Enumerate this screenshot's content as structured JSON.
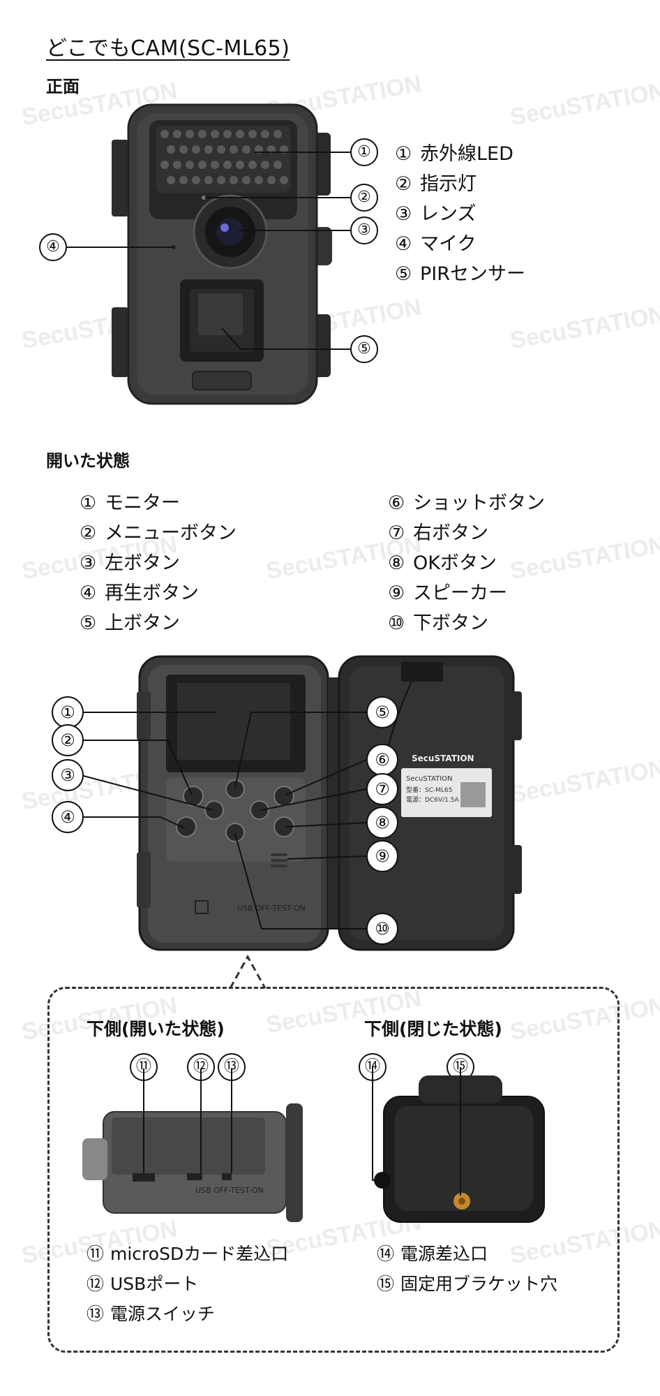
{
  "title": "どこでもCAM(SC-ML65)",
  "front": {
    "label": "正面",
    "legend": [
      {
        "num": "①",
        "text": "赤外線LED"
      },
      {
        "num": "②",
        "text": "指示灯"
      },
      {
        "num": "③",
        "text": "レンズ"
      },
      {
        "num": "④",
        "text": "マイク"
      },
      {
        "num": "⑤",
        "text": "PIRセンサー"
      }
    ],
    "callouts": [
      "①",
      "②",
      "③",
      "④",
      "⑤"
    ]
  },
  "open": {
    "label": "開いた状態",
    "legend_left": [
      {
        "num": "①",
        "text": "モニター"
      },
      {
        "num": "②",
        "text": "メニューボタン"
      },
      {
        "num": "③",
        "text": "左ボタン"
      },
      {
        "num": "④",
        "text": "再生ボタン"
      },
      {
        "num": "⑤",
        "text": "上ボタン"
      }
    ],
    "legend_right": [
      {
        "num": "⑥",
        "text": "ショットボタン"
      },
      {
        "num": "⑦",
        "text": "右ボタン"
      },
      {
        "num": "⑧",
        "text": "OKボタン"
      },
      {
        "num": "⑨",
        "text": "スピーカー"
      },
      {
        "num": "⑩",
        "text": "下ボタン"
      }
    ],
    "callouts": [
      "①",
      "②",
      "③",
      "④",
      "⑤",
      "⑥",
      "⑦",
      "⑧",
      "⑨",
      "⑩"
    ],
    "device_brand": "SecuSTATION",
    "device_brand2": "SecuSTATION",
    "device_label_model": "型番：SC-ML65",
    "device_label_power": "電源：DC6V/1.5A",
    "device_port_labels": "USB  OFF-TEST-ON"
  },
  "bottom": {
    "heading_open": "下側(開いた状態)",
    "heading_closed": "下側(閉じた状態)",
    "callouts_open": [
      "⑪",
      "⑫",
      "⑬"
    ],
    "callouts_closed": [
      "⑭",
      "⑮"
    ],
    "port_labels": "USB  OFF-TEST-ON",
    "legend_left": [
      {
        "num": "⑪",
        "text": "microSDカード差込口"
      },
      {
        "num": "⑫",
        "text": "USBポート"
      },
      {
        "num": "⑬",
        "text": "電源スイッチ"
      }
    ],
    "legend_right": [
      {
        "num": "⑭",
        "text": "電源差込口"
      },
      {
        "num": "⑮",
        "text": "固定用ブラケット穴"
      }
    ]
  },
  "watermark": "SecuSTATION",
  "colors": {
    "body": "#3a3a3a",
    "body_dark": "#1e1e1e",
    "accent_brass": "#c58a2a"
  }
}
